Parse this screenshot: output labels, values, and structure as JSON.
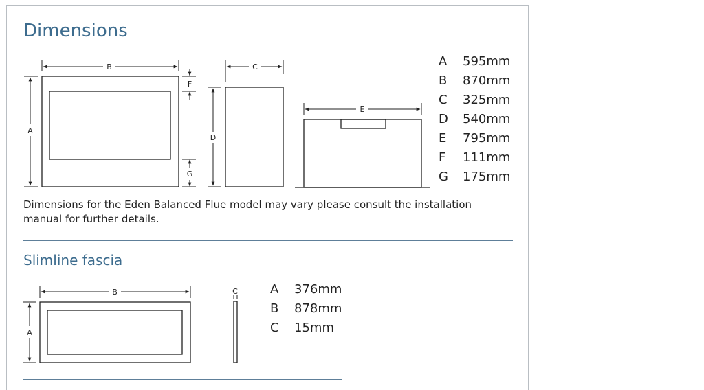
{
  "dimensions": {
    "title": "Dimensions",
    "note": "Dimensions for the Eden Balanced Flue model may vary please consult the installation manual for further details.",
    "diagram_labels": {
      "a": "A",
      "b": "B",
      "c": "C",
      "d": "D",
      "e": "E",
      "f": "F",
      "g": "G"
    },
    "specs": [
      {
        "letter": "A",
        "value": "595mm"
      },
      {
        "letter": "B",
        "value": "870mm"
      },
      {
        "letter": "C",
        "value": "325mm"
      },
      {
        "letter": "D",
        "value": "540mm"
      },
      {
        "letter": "E",
        "value": "795mm"
      },
      {
        "letter": "F",
        "value": "111mm"
      },
      {
        "letter": "G",
        "value": "175mm"
      }
    ]
  },
  "slimline": {
    "title": "Slimline fascia",
    "diagram_labels": {
      "a": "A",
      "b": "B",
      "c": "C"
    },
    "specs": [
      {
        "letter": "A",
        "value": "376mm"
      },
      {
        "letter": "B",
        "value": "878mm"
      },
      {
        "letter": "C",
        "value": "15mm"
      }
    ]
  }
}
